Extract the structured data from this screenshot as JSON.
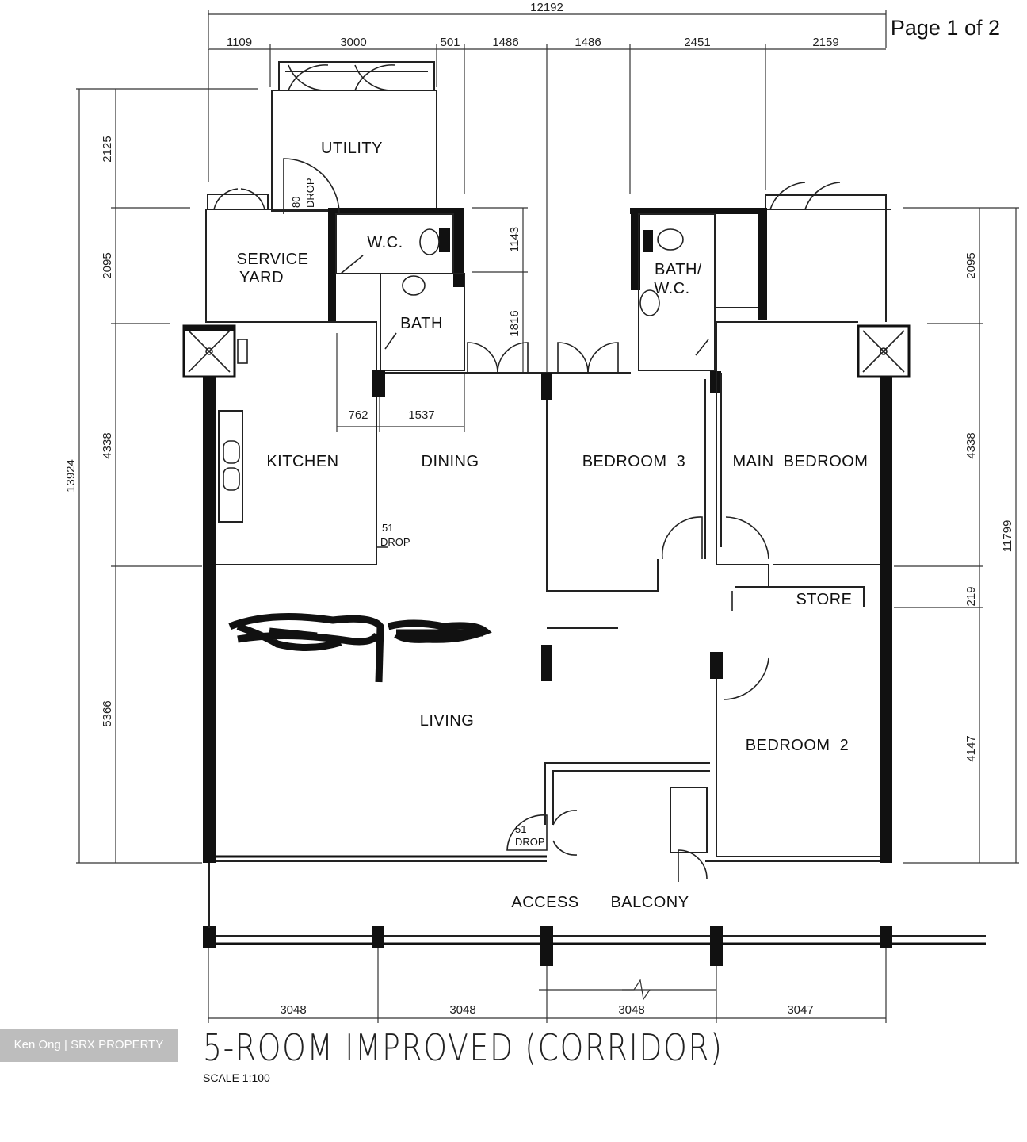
{
  "page_label": "Page 1 of 2",
  "plan": {
    "title": "5-ROOM IMPROVED (CORRIDOR)",
    "scale": "SCALE 1:100",
    "watermark": "Ken Ong | SRX PROPERTY"
  },
  "rooms": {
    "utility": "UTILITY",
    "service_yard_1": "SERVICE",
    "service_yard_2": "YARD",
    "wc": "W.C.",
    "bath": "BATH",
    "bath_wc_1": "BATH/",
    "bath_wc_2": "W.C.",
    "kitchen": "KITCHEN",
    "dining": "DINING",
    "bedroom3": "BEDROOM  3",
    "main_bedroom": "MAIN  BEDROOM",
    "store": "STORE",
    "living": "LIVING",
    "bedroom2": "BEDROOM  2",
    "access": "ACCESS",
    "balcony": "BALCONY"
  },
  "notes": {
    "drop80_a": "80",
    "drop80_b": "DROP",
    "drop51_a": "51",
    "drop51_b": "DROP",
    "drop51c_a": "51",
    "drop51c_b": "DROP"
  },
  "dimensions": {
    "overall_top": "12192",
    "top_segments": [
      "1109",
      "3000",
      "501",
      "1486",
      "1486",
      "2451",
      "2159"
    ],
    "left_segments": [
      "2125",
      "2095",
      "4338",
      "5366"
    ],
    "left_overall": "13924",
    "right_segments": [
      "2095",
      "4338",
      "219",
      "4147"
    ],
    "right_overall": "11799",
    "inner_vertical": [
      "1143",
      "1816"
    ],
    "inner_horizontal": [
      "762",
      "1537"
    ],
    "bottom_segments": [
      "3048",
      "3048",
      "3048",
      "3047"
    ]
  }
}
